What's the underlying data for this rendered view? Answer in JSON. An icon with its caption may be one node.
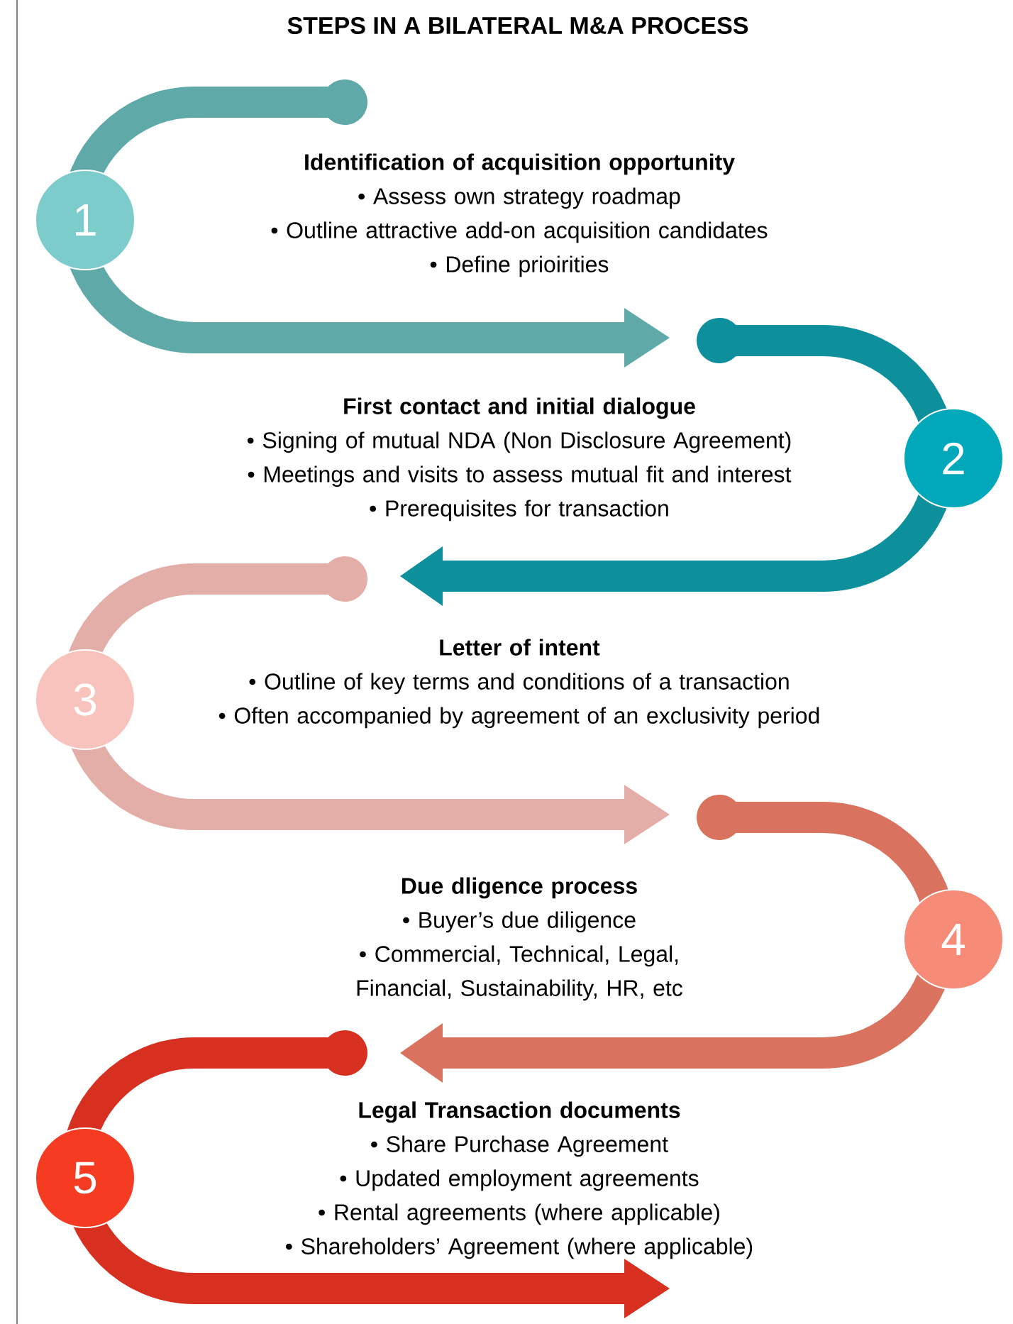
{
  "diagram": {
    "title": "STEPS IN A BILATERAL M&A PROCESS",
    "nodes": [
      {
        "text": [
          "1"
        ],
        "beside": [
          "Identification of acquisition opportunity",
          "• Assess own strategy roadmap",
          "• Outline attractive add-on acquisition candidates",
          "• Define prioirities"
        ]
      },
      {
        "text": [
          "2"
        ],
        "beside": [
          "First contact and initial dialogue",
          "• Signing of mutual NDA (Non Disclosure Agreement)",
          "• Meetings and visits to assess mutual fit and interest",
          "• Prerequisites for transaction"
        ]
      },
      {
        "text": [
          "3"
        ],
        "beside": [
          "Letter of intent",
          "• Outline of key terms and conditions of a transaction",
          "• Often accompanied by agreement of an exclusivity period"
        ]
      },
      {
        "text": [
          "4"
        ],
        "beside": [
          "Due dligence process",
          "• Buyer’s due diligence",
          "• Commercial, Technical, Legal, Financial, Sustainability, HR, etc"
        ]
      },
      {
        "text": [
          "5"
        ],
        "beside": [
          "Legal Transaction documents",
          "• Share Purchase Agreement",
          "• Updated employment agreements",
          "• Rental agreements (where applicable)",
          "• Shareholders’ Agreement (where applicable)"
        ]
      }
    ]
  }
}
